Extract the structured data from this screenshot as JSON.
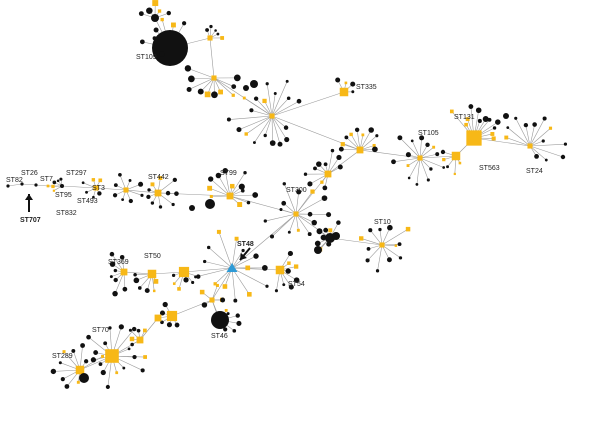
{
  "diagram": {
    "type": "minimum-spanning-tree",
    "colors": {
      "edge": "#9a9a9a",
      "black_node": "#111111",
      "yellow_node": "#f7b817",
      "highlight_node": "#2d9ad6",
      "arrow": "#111111",
      "label": "#222222"
    },
    "labels": {
      "st109": "ST109",
      "st335": "ST335",
      "st131": "ST131",
      "st105": "ST105",
      "st563": "ST563",
      "st24": "ST24",
      "st82": "ST82",
      "st26": "ST26",
      "st7": "ST7",
      "st95": "ST95",
      "st297": "ST297",
      "st3": "ST3",
      "st493": "ST493",
      "st832": "ST832",
      "st707": "ST707",
      "st442": "ST442",
      "st99": "ST99",
      "st300": "ST300",
      "st10": "ST10",
      "st48": "ST48",
      "st54": "ST54",
      "st369": "ST369",
      "st50": "ST50",
      "st70": "ST70",
      "st46": "ST46",
      "st289": "ST289"
    }
  }
}
